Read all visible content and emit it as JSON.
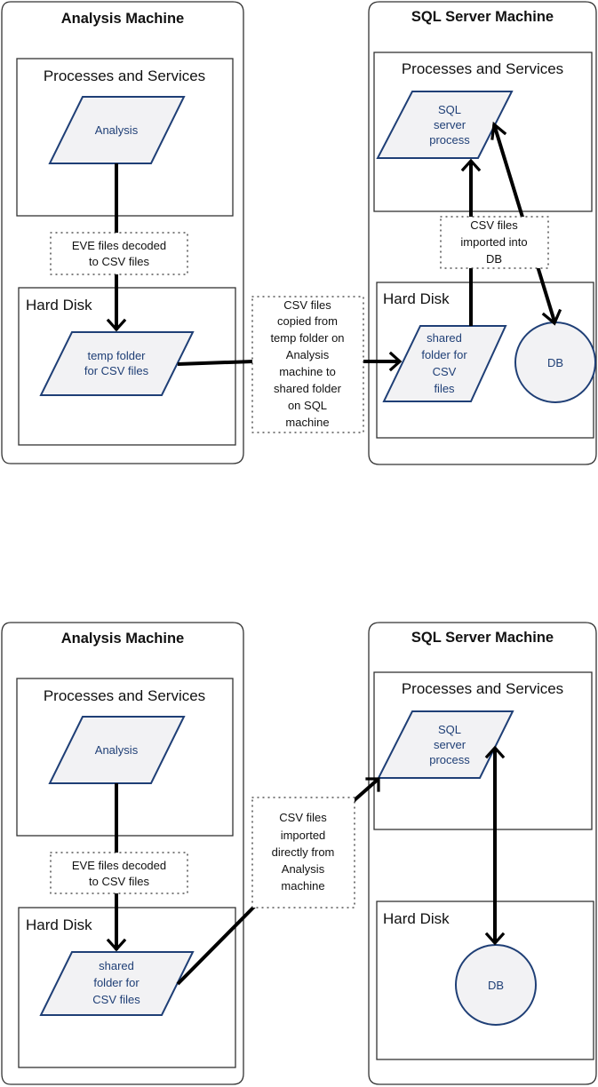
{
  "diagrams": [
    {
      "id": "copy-then-import",
      "machines": [
        {
          "title": "Analysis Machine",
          "zones": [
            {
              "title": "Processes and Services",
              "shapes": [
                {
                  "kind": "parallelogram",
                  "lines": [
                    "Analysis"
                  ]
                }
              ]
            },
            {
              "title": "Hard Disk",
              "shapes": [
                {
                  "kind": "parallelogram",
                  "lines": [
                    "temp folder",
                    "for CSV files"
                  ]
                }
              ]
            }
          ]
        },
        {
          "title": "SQL Server Machine",
          "zones": [
            {
              "title": "Processes and Services",
              "shapes": [
                {
                  "kind": "parallelogram",
                  "lines": [
                    "SQL",
                    "server",
                    "process"
                  ]
                }
              ]
            },
            {
              "title": "Hard Disk",
              "shapes": [
                {
                  "kind": "parallelogram",
                  "lines": [
                    "shared",
                    "folder for",
                    "CSV",
                    "files"
                  ]
                },
                {
                  "kind": "circle",
                  "lines": [
                    "DB"
                  ]
                }
              ]
            }
          ]
        }
      ],
      "notes": [
        {
          "lines": [
            "EVE  files decoded",
            "to CSV files"
          ]
        },
        {
          "lines": [
            "CSV files",
            "copied from",
            "temp folder  on",
            "Analysis",
            "machine to",
            "shared folder",
            "on SQL",
            "machine"
          ]
        },
        {
          "lines": [
            "CSV files",
            "imported into",
            "DB"
          ]
        }
      ],
      "connectors": [
        {
          "from": "Analysis",
          "to": "temp folder for CSV files",
          "via": "EVE files decoded to CSV files"
        },
        {
          "from": "temp folder for CSV files",
          "to": "shared folder for CSV files",
          "via": "CSV files copied from temp folder on Analysis machine to shared folder on SQL machine"
        },
        {
          "from": "shared folder for CSV files",
          "to": "SQL server process",
          "via": "CSV files imported into DB"
        },
        {
          "from": "SQL server process",
          "to": "DB",
          "bidirectional": true
        }
      ]
    },
    {
      "id": "direct-import",
      "machines": [
        {
          "title": "Analysis Machine",
          "zones": [
            {
              "title": "Processes and Services",
              "shapes": [
                {
                  "kind": "parallelogram",
                  "lines": [
                    "Analysis"
                  ]
                }
              ]
            },
            {
              "title": "Hard Disk",
              "shapes": [
                {
                  "kind": "parallelogram",
                  "lines": [
                    "shared",
                    "folder for",
                    "CSV files"
                  ]
                }
              ]
            }
          ]
        },
        {
          "title": "SQL Server Machine",
          "zones": [
            {
              "title": "Processes and Services",
              "shapes": [
                {
                  "kind": "parallelogram",
                  "lines": [
                    "SQL",
                    "server",
                    "process"
                  ]
                }
              ]
            },
            {
              "title": "Hard Disk",
              "shapes": [
                {
                  "kind": "circle",
                  "lines": [
                    "DB"
                  ]
                }
              ]
            }
          ]
        }
      ],
      "notes": [
        {
          "lines": [
            "EVE  files decoded",
            "to CSV files"
          ]
        },
        {
          "lines": [
            "CSV files",
            "imported",
            "directly from",
            "Analysis",
            "machine"
          ]
        }
      ],
      "connectors": [
        {
          "from": "Analysis",
          "to": "shared folder for CSV files",
          "via": "EVE files decoded to CSV files"
        },
        {
          "from": "shared folder for CSV files",
          "to": "SQL server process",
          "via": "CSV files imported directly from Analysis machine"
        },
        {
          "from": "SQL server process",
          "to": "DB",
          "bidirectional": true
        }
      ]
    }
  ]
}
